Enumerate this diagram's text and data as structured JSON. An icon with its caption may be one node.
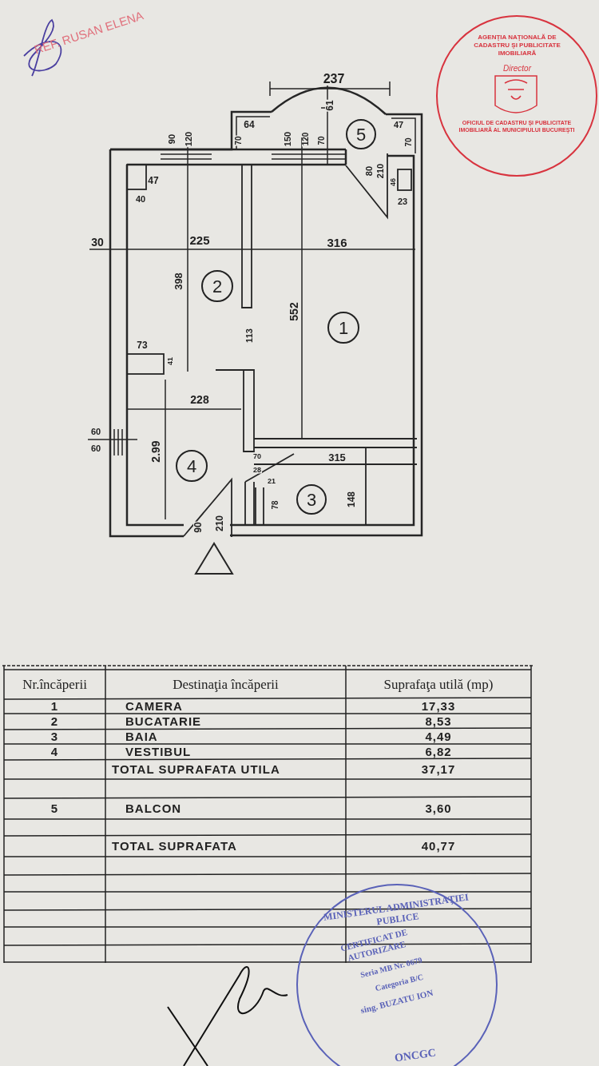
{
  "diagram": {
    "nodes": [
      {
        "text": [
          "5"
        ]
      },
      {
        "text": [
          "2"
        ]
      },
      {
        "text": [
          "1"
        ]
      },
      {
        "text": [
          "4"
        ]
      },
      {
        "text": [
          "3"
        ]
      }
    ],
    "labels": [
      "REF. RUSAN ELENA",
      "AGENŢIA NAŢIONALĂ DE CADASTRU ŞI PUBLICITATE IMOBILIARĂ",
      "Director",
      "OFICIUL DE CADASTRU ŞI PUBLICITATE IMOBILIARĂ AL MUNICIPIULUI BUCUREŞTI",
      "237",
      "61",
      "64",
      "47",
      "90",
      "120",
      "70",
      "150",
      "120",
      "70",
      "70",
      "80",
      "210",
      "46",
      "23",
      "47",
      "40",
      "30",
      "225",
      "316",
      "398",
      "552",
      "113",
      "73",
      "41",
      "228",
      "60",
      "60",
      "2.99",
      "315",
      "70",
      "28",
      "21",
      "78",
      "148",
      "90",
      "210",
      "Nr.încăperii",
      "Destinaţia încăperii",
      "Suprafaţa utilă (mp)",
      "1",
      "CAMERA",
      "17,33",
      "2",
      "BUCATARIE",
      "8,53",
      "3",
      "BAIA",
      "4,49",
      "4",
      "VESTIBUL",
      "6,82",
      "TOTAL SUPRAFATA UTILA",
      "37,17",
      "5",
      "BALCON",
      "3,60",
      "TOTAL SUPRAFATA",
      "40,77",
      "MINISTERUL ADMINISTRAŢIEI PUBLICE",
      "CERTIFICAT DE AUTORIZARE",
      "Seria MB Nr. 0679",
      "Categoria B/C",
      "sing. BUZATU ION",
      "ONCGC"
    ]
  }
}
